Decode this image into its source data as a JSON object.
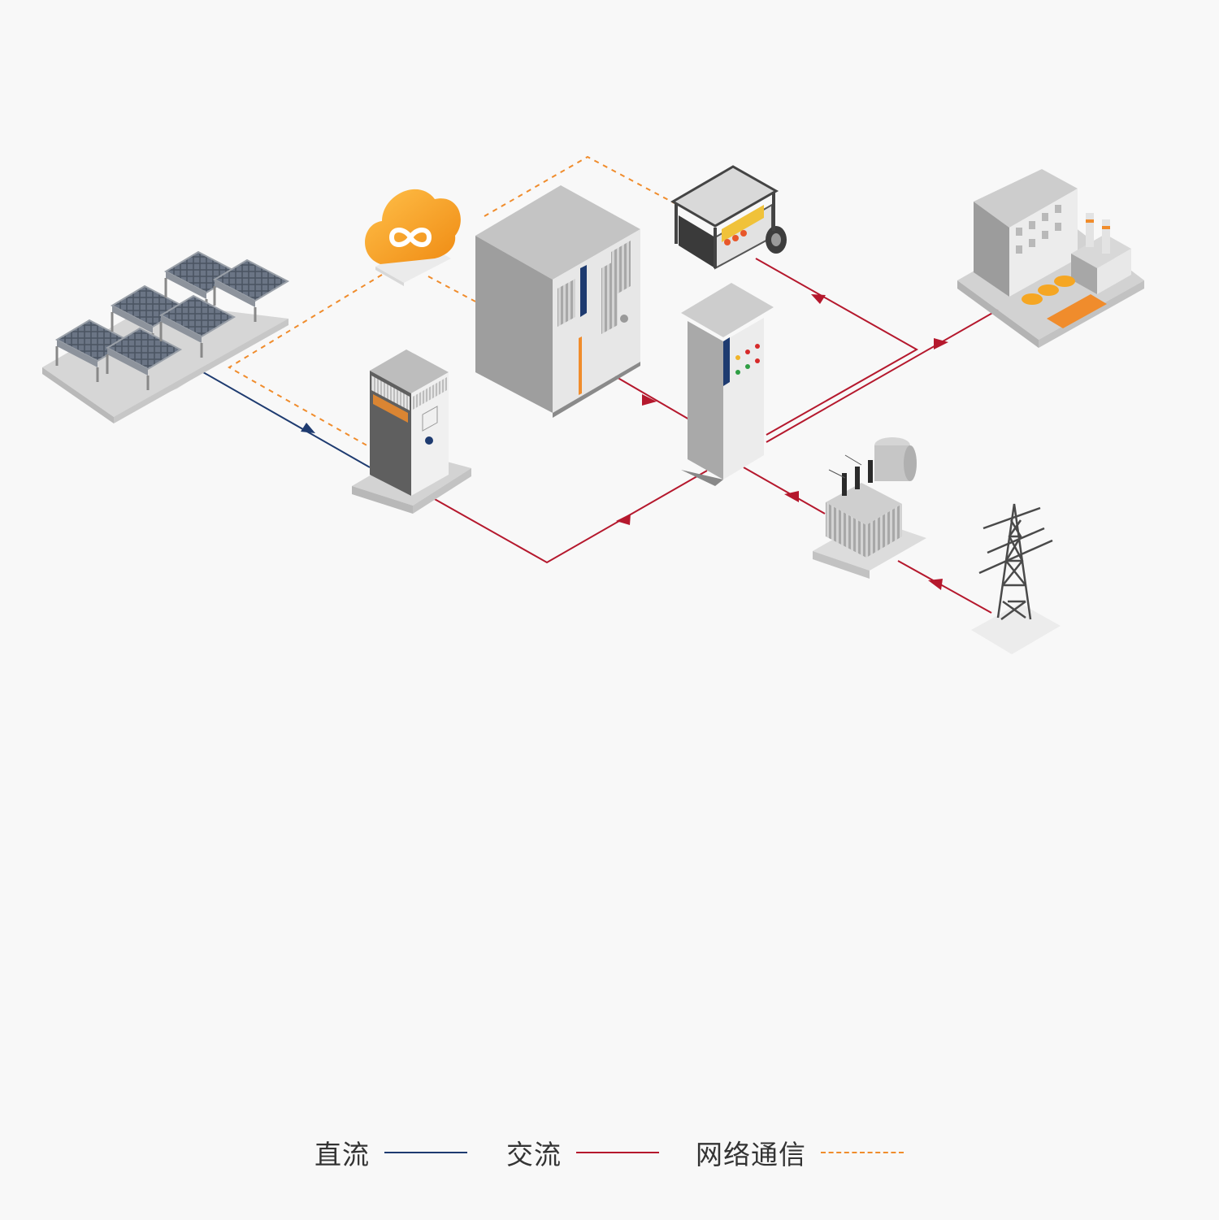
{
  "colors": {
    "dc_line": "#1e3b70",
    "ac_line": "#b5182d",
    "network_line": "#f08c2c",
    "cloud": "#f5a623",
    "background": "#f8f8f8"
  },
  "diagram": {
    "nodes": [
      {
        "id": "solar-array",
        "icon": "solar-panel-icon"
      },
      {
        "id": "cloud-platform",
        "icon": "cloud-infinity-icon"
      },
      {
        "id": "energy-storage-cabinet",
        "icon": "storage-cabinet-icon"
      },
      {
        "id": "pcs-cabinet",
        "icon": "inverter-cabinet-icon"
      },
      {
        "id": "distribution-cabinet",
        "icon": "switchgear-icon"
      },
      {
        "id": "diesel-generator",
        "icon": "generator-icon"
      },
      {
        "id": "factory-load",
        "icon": "factory-icon"
      },
      {
        "id": "transformer",
        "icon": "transformer-icon"
      },
      {
        "id": "transmission-tower",
        "icon": "pylon-icon"
      }
    ],
    "connections": [
      {
        "from": "solar-array",
        "to": "pcs-cabinet",
        "type": "dc"
      },
      {
        "from": "pcs-cabinet",
        "to": "distribution-cabinet",
        "type": "ac"
      },
      {
        "from": "energy-storage-cabinet",
        "to": "distribution-cabinet",
        "type": "ac"
      },
      {
        "from": "diesel-generator",
        "to": "distribution-cabinet",
        "type": "ac"
      },
      {
        "from": "distribution-cabinet",
        "to": "factory-load",
        "type": "ac"
      },
      {
        "from": "transformer",
        "to": "distribution-cabinet",
        "type": "ac"
      },
      {
        "from": "transmission-tower",
        "to": "transformer",
        "type": "ac"
      },
      {
        "from": "cloud-platform",
        "to": "energy-storage-cabinet",
        "type": "network"
      },
      {
        "from": "cloud-platform",
        "to": "pcs-cabinet",
        "type": "network"
      },
      {
        "from": "energy-storage-cabinet",
        "to": "diesel-generator",
        "type": "network"
      }
    ]
  },
  "legend": {
    "dc_label": "直流",
    "ac_label": "交流",
    "network_label": "网络通信"
  }
}
